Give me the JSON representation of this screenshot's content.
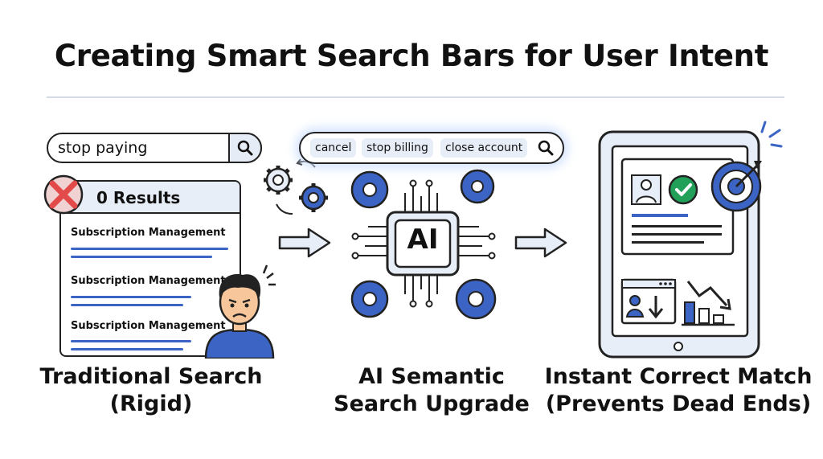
{
  "title": "Creating Smart Search Bars for User Intent",
  "panel1": {
    "search_value": "stop paying",
    "results_count": "0 Results",
    "results": [
      "Subscription Management",
      "Subscription Management",
      "Subscription Management"
    ],
    "caption_line1": "Traditional Search",
    "caption_line2": "(Rigid)"
  },
  "panel2": {
    "chips": [
      "cancel",
      "stop billing",
      "close account"
    ],
    "chip_label": "AI",
    "caption_line1": "AI Semantic",
    "caption_line2": "Search Upgrade"
  },
  "panel3": {
    "caption_line1": "Instant Correct Match",
    "caption_line2": "(Prevents Dead Ends)"
  },
  "colors": {
    "accent": "#3b64c4",
    "error": "#e34b4b",
    "success": "#22a05a",
    "light": "#e8eef8"
  }
}
